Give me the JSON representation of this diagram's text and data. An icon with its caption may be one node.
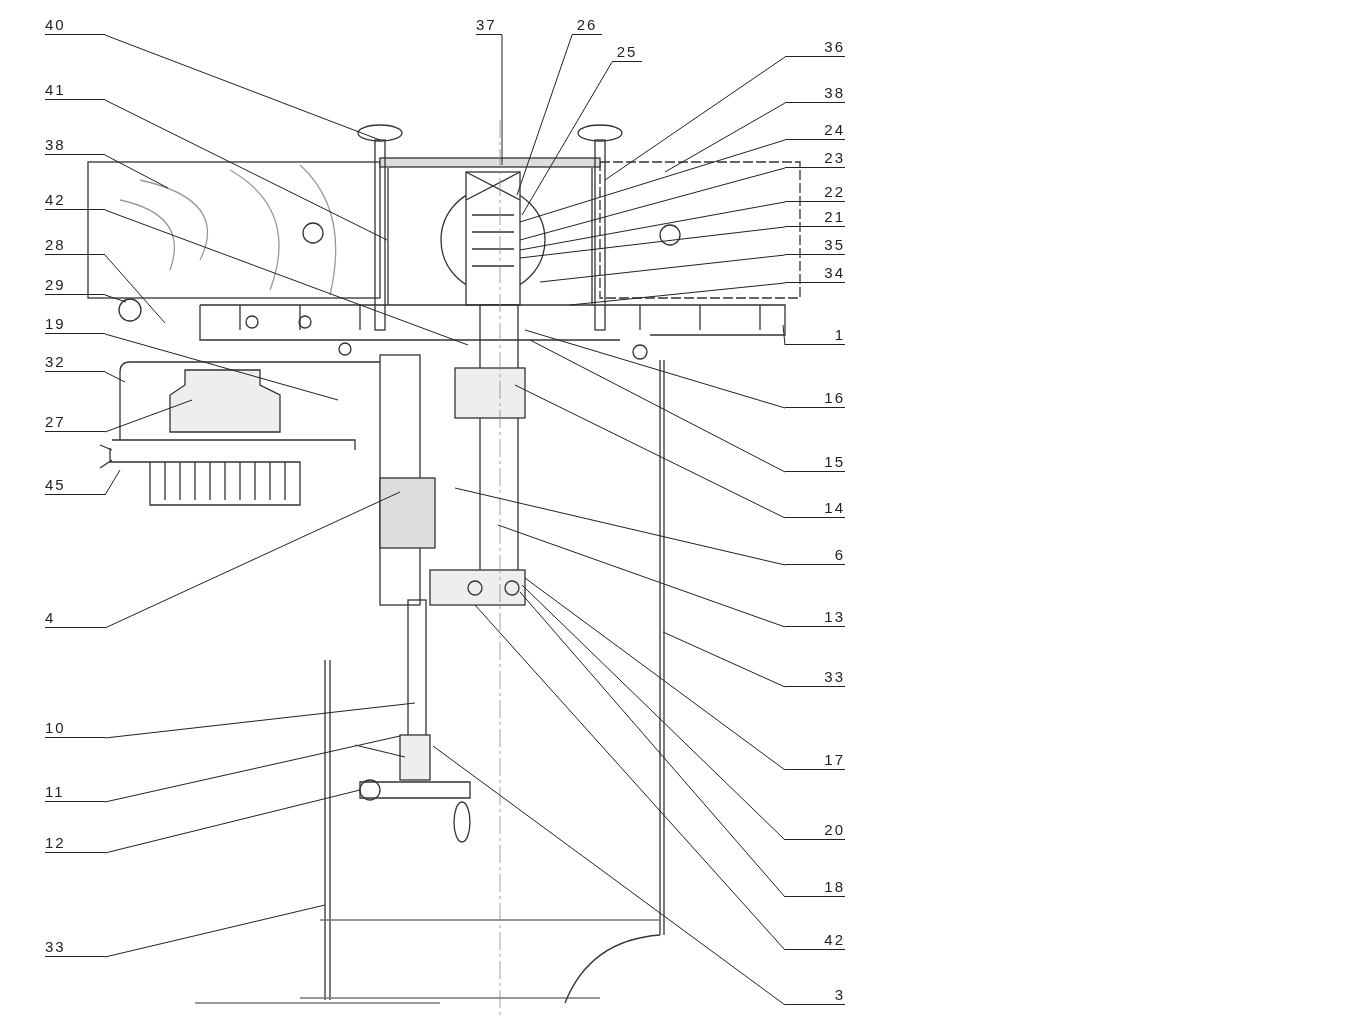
{
  "diagram": {
    "nodes": [
      {
        "text": [
          "40"
        ]
      },
      {
        "text": [
          "41"
        ]
      },
      {
        "text": [
          "38"
        ]
      },
      {
        "text": [
          "42"
        ]
      },
      {
        "text": [
          "28"
        ]
      },
      {
        "text": [
          "29"
        ]
      },
      {
        "text": [
          "19"
        ]
      },
      {
        "text": [
          "32"
        ]
      },
      {
        "text": [
          "27"
        ]
      },
      {
        "text": [
          "45"
        ]
      },
      {
        "text": [
          "4"
        ]
      },
      {
        "text": [
          "10"
        ]
      },
      {
        "text": [
          "11"
        ]
      },
      {
        "text": [
          "12"
        ]
      },
      {
        "text": [
          "33"
        ]
      },
      {
        "text": [
          "37"
        ]
      },
      {
        "text": [
          "26"
        ]
      },
      {
        "text": [
          "25"
        ]
      },
      {
        "text": [
          "36"
        ]
      },
      {
        "text": [
          "38"
        ]
      },
      {
        "text": [
          "24"
        ]
      },
      {
        "text": [
          "23"
        ]
      },
      {
        "text": [
          "22"
        ]
      },
      {
        "text": [
          "21"
        ]
      },
      {
        "text": [
          "35"
        ]
      },
      {
        "text": [
          "34"
        ]
      },
      {
        "text": [
          "1"
        ]
      },
      {
        "text": [
          "16"
        ]
      },
      {
        "text": [
          "15"
        ]
      },
      {
        "text": [
          "14"
        ]
      },
      {
        "text": [
          "6"
        ]
      },
      {
        "text": [
          "13"
        ]
      },
      {
        "text": [
          "33"
        ]
      },
      {
        "text": [
          "17"
        ]
      },
      {
        "text": [
          "20"
        ]
      },
      {
        "text": [
          "18"
        ]
      },
      {
        "text": [
          "42"
        ]
      },
      {
        "text": [
          "3"
        ]
      }
    ],
    "edges": [
      {
        "from": 0,
        "to": null,
        "arrow": "none"
      },
      {
        "from": 1,
        "to": null,
        "arrow": "none"
      },
      {
        "from": 2,
        "to": null,
        "arrow": "none"
      },
      {
        "from": 3,
        "to": null,
        "arrow": "none"
      },
      {
        "from": 4,
        "to": null,
        "arrow": "none"
      },
      {
        "from": 5,
        "to": null,
        "arrow": "none"
      },
      {
        "from": 6,
        "to": null,
        "arrow": "none"
      },
      {
        "from": 7,
        "to": null,
        "arrow": "none"
      },
      {
        "from": 8,
        "to": null,
        "arrow": "none"
      },
      {
        "from": 9,
        "to": null,
        "arrow": "none"
      },
      {
        "from": 10,
        "to": null,
        "arrow": "none"
      },
      {
        "from": 11,
        "to": null,
        "arrow": "none"
      },
      {
        "from": 12,
        "to": null,
        "arrow": "none"
      },
      {
        "from": 13,
        "to": null,
        "arrow": "none"
      },
      {
        "from": 14,
        "to": null,
        "arrow": "none"
      },
      {
        "from": 15,
        "to": null,
        "arrow": "none"
      },
      {
        "from": 16,
        "to": null,
        "arrow": "none"
      },
      {
        "from": 17,
        "to": null,
        "arrow": "none"
      },
      {
        "from": 18,
        "to": null,
        "arrow": "none"
      },
      {
        "from": 19,
        "to": null,
        "arrow": "none"
      },
      {
        "from": 20,
        "to": null,
        "arrow": "none"
      },
      {
        "from": 21,
        "to": null,
        "arrow": "none"
      },
      {
        "from": 22,
        "to": null,
        "arrow": "none"
      },
      {
        "from": 23,
        "to": null,
        "arrow": "none"
      },
      {
        "from": 24,
        "to": null,
        "arrow": "none"
      },
      {
        "from": 25,
        "to": null,
        "arrow": "none"
      },
      {
        "from": 26,
        "to": null,
        "arrow": "none"
      },
      {
        "from": 27,
        "to": null,
        "arrow": "none"
      },
      {
        "from": 28,
        "to": null,
        "arrow": "none"
      },
      {
        "from": 29,
        "to": null,
        "arrow": "none"
      },
      {
        "from": 30,
        "to": null,
        "arrow": "none"
      },
      {
        "from": 31,
        "to": null,
        "arrow": "none"
      },
      {
        "from": 32,
        "to": null,
        "arrow": "none"
      },
      {
        "from": 33,
        "to": null,
        "arrow": "none"
      },
      {
        "from": 34,
        "to": null,
        "arrow": "none"
      },
      {
        "from": 35,
        "to": null,
        "arrow": "none"
      },
      {
        "from": 36,
        "to": null,
        "arrow": "none"
      },
      {
        "from": 37,
        "to": null,
        "arrow": "none"
      }
    ]
  }
}
